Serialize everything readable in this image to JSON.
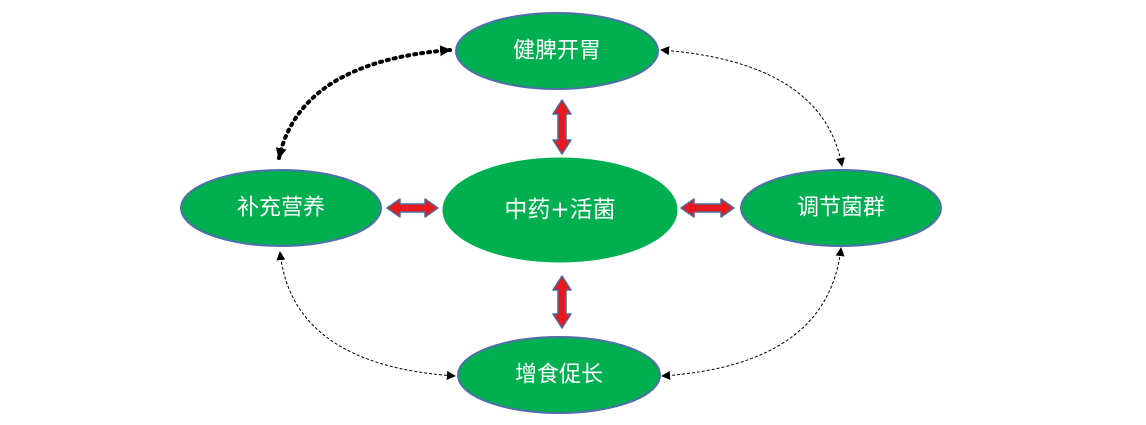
{
  "nodes": {
    "center": "中药+活菌",
    "top": "健脾开胃",
    "left": "补充营养",
    "right": "调节菌群",
    "bottom": "增食促长"
  },
  "colors": {
    "node_fill": "#00b050",
    "node_stroke": "#4f6fa8",
    "arrow_fill": "#e8181e",
    "arrow_stroke": "#4a6a9c",
    "connector": "#000000"
  }
}
